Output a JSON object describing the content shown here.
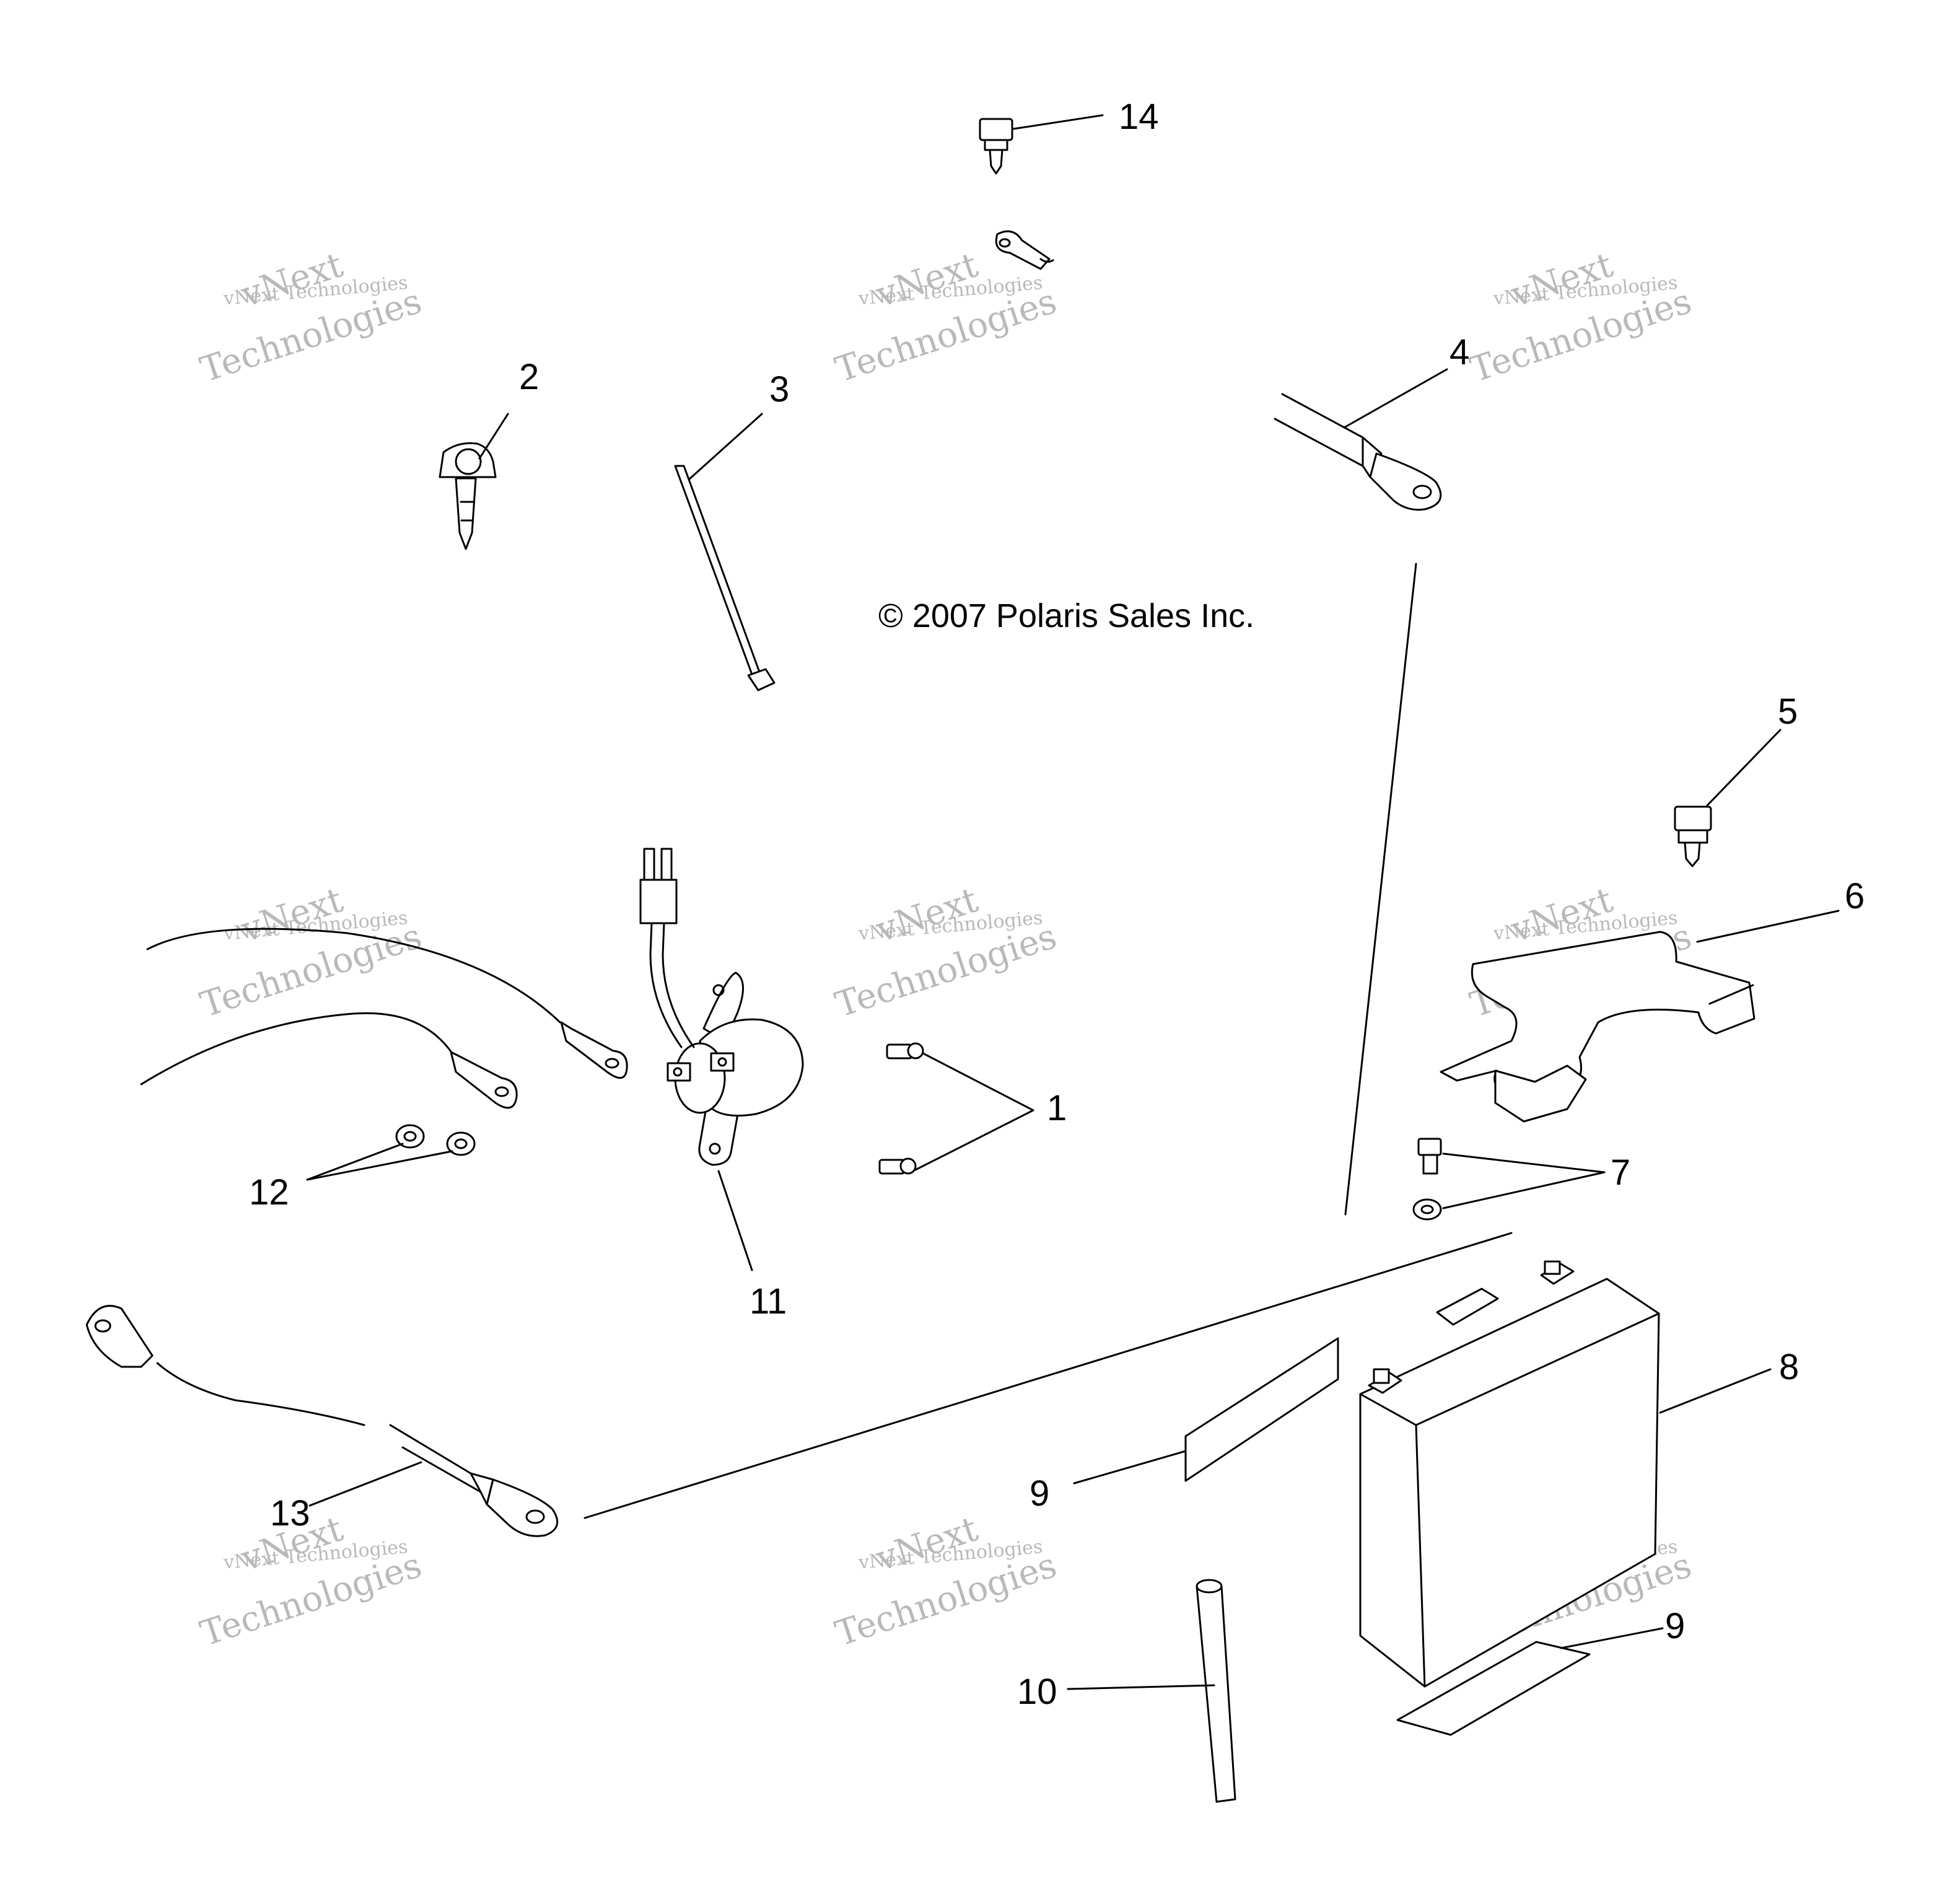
{
  "callouts": {
    "c1": "1",
    "c2": "2",
    "c3": "3",
    "c4": "4",
    "c5": "5",
    "c6": "6",
    "c7": "7",
    "c8": "8",
    "c9a": "9",
    "c9b": "9",
    "c10": "10",
    "c11": "11",
    "c12": "12",
    "c13": "13",
    "c14": "14"
  },
  "copyright": "© 2007 Polaris Sales Inc.",
  "watermark": {
    "line1": "vNext Technologies",
    "line2": "vNext",
    "line3": "Technologies"
  },
  "colors": {
    "lines": "#000000",
    "watermark": "#b9b9b9",
    "background": "#ffffff"
  }
}
